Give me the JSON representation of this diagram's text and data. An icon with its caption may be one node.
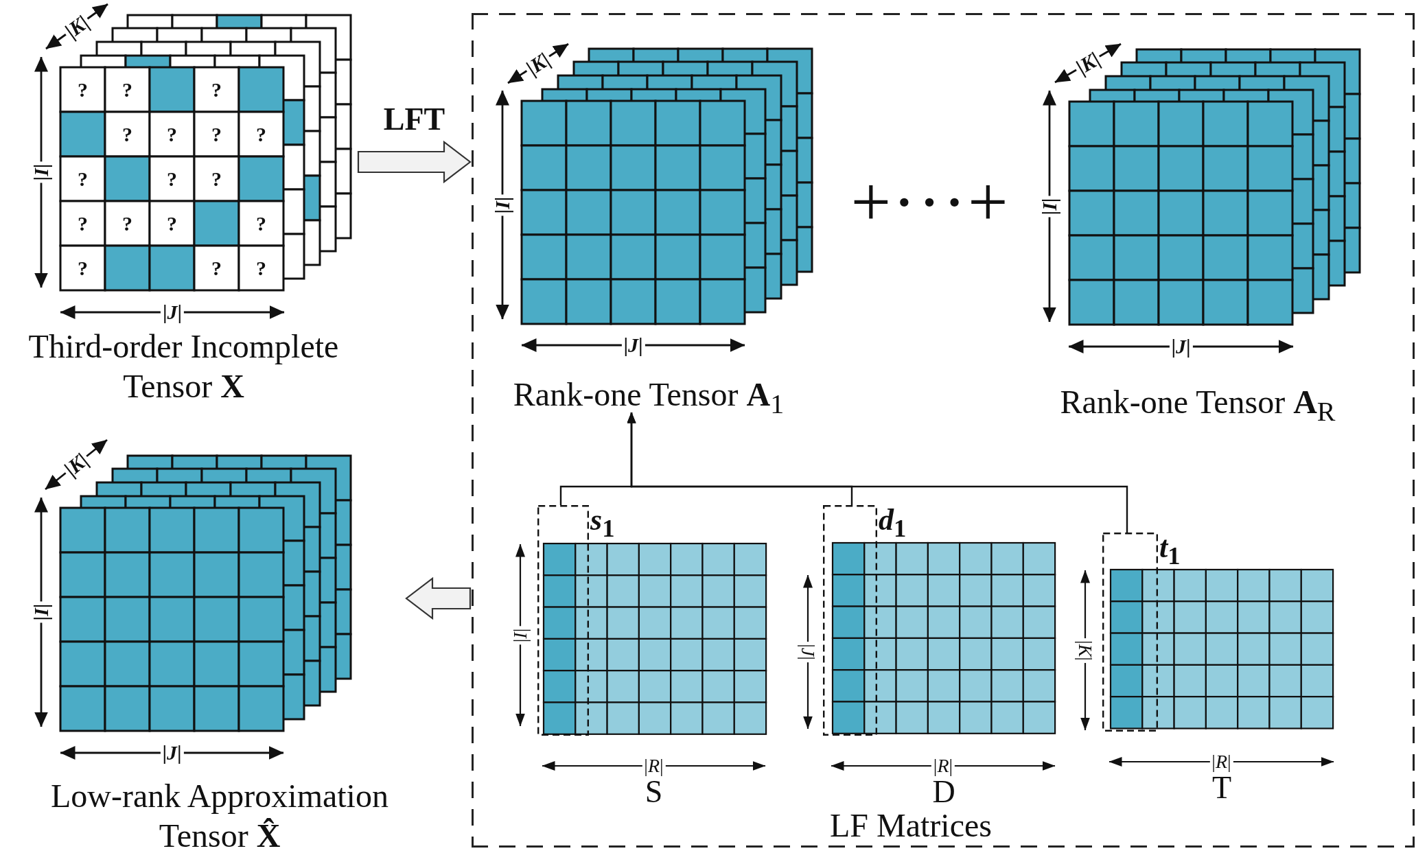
{
  "diagram": {
    "nodes": [
      {
        "text": [
          "Third-order Incomplete Tensor **X**"
        ]
      },
      {
        "text": [],
        "shape": "box"
      },
      {
        "text": [
          "Rank-one Tensor **A**$_{1}$"
        ],
        "in": 1
      },
      {
        "text": [
          "Rank-one Tensor **A**$_{R}$"
        ],
        "in": 1
      },
      {
        "text": [
          "S"
        ],
        "in": 1
      },
      {
        "text": [
          "*s*$_{1}$"
        ],
        "in": 1
      },
      {
        "text": [
          "D"
        ],
        "in": 1
      },
      {
        "text": [
          "*d*$_{1}$"
        ],
        "in": 1
      },
      {
        "text": [
          "T"
        ],
        "in": 1
      },
      {
        "text": [
          "*t*$_{1}$"
        ],
        "in": 1
      },
      {
        "text": [
          "Low-rank Approximation Tensor **X̂**"
        ]
      }
    ],
    "edges": [
      {
        "from": 0,
        "to": 1,
        "arrow": "to",
        "label": "LFT",
        "style": "thick"
      },
      {
        "from": 1,
        "to": 10,
        "arrow": "to",
        "style": "thick"
      },
      {
        "from": 5,
        "to": 2,
        "arrow": "to"
      },
      {
        "from": 7,
        "to": 2,
        "arrow": "to"
      },
      {
        "from": 9,
        "to": 2,
        "arrow": "to"
      }
    ],
    "labels": [
      "|*K*|",
      "|*I*|",
      "?",
      "?",
      "?",
      "?",
      "?",
      "?",
      "?",
      "?",
      "?",
      "?",
      "?",
      "?",
      "?",
      "?",
      "?",
      "?",
      "?",
      "|*J*|",
      "|*K*|",
      "|*I*|",
      "|*J*|",
      "+···+",
      "|*K*|",
      "|*I*|",
      "|*J*|",
      "|*K*|",
      "|*I*|",
      "|*J*|",
      "|*I*|",
      "|*R*|",
      "|*J*|",
      "|*R*|",
      "|*K*|",
      "|*R*|",
      "LF Matrices"
    ]
  }
}
